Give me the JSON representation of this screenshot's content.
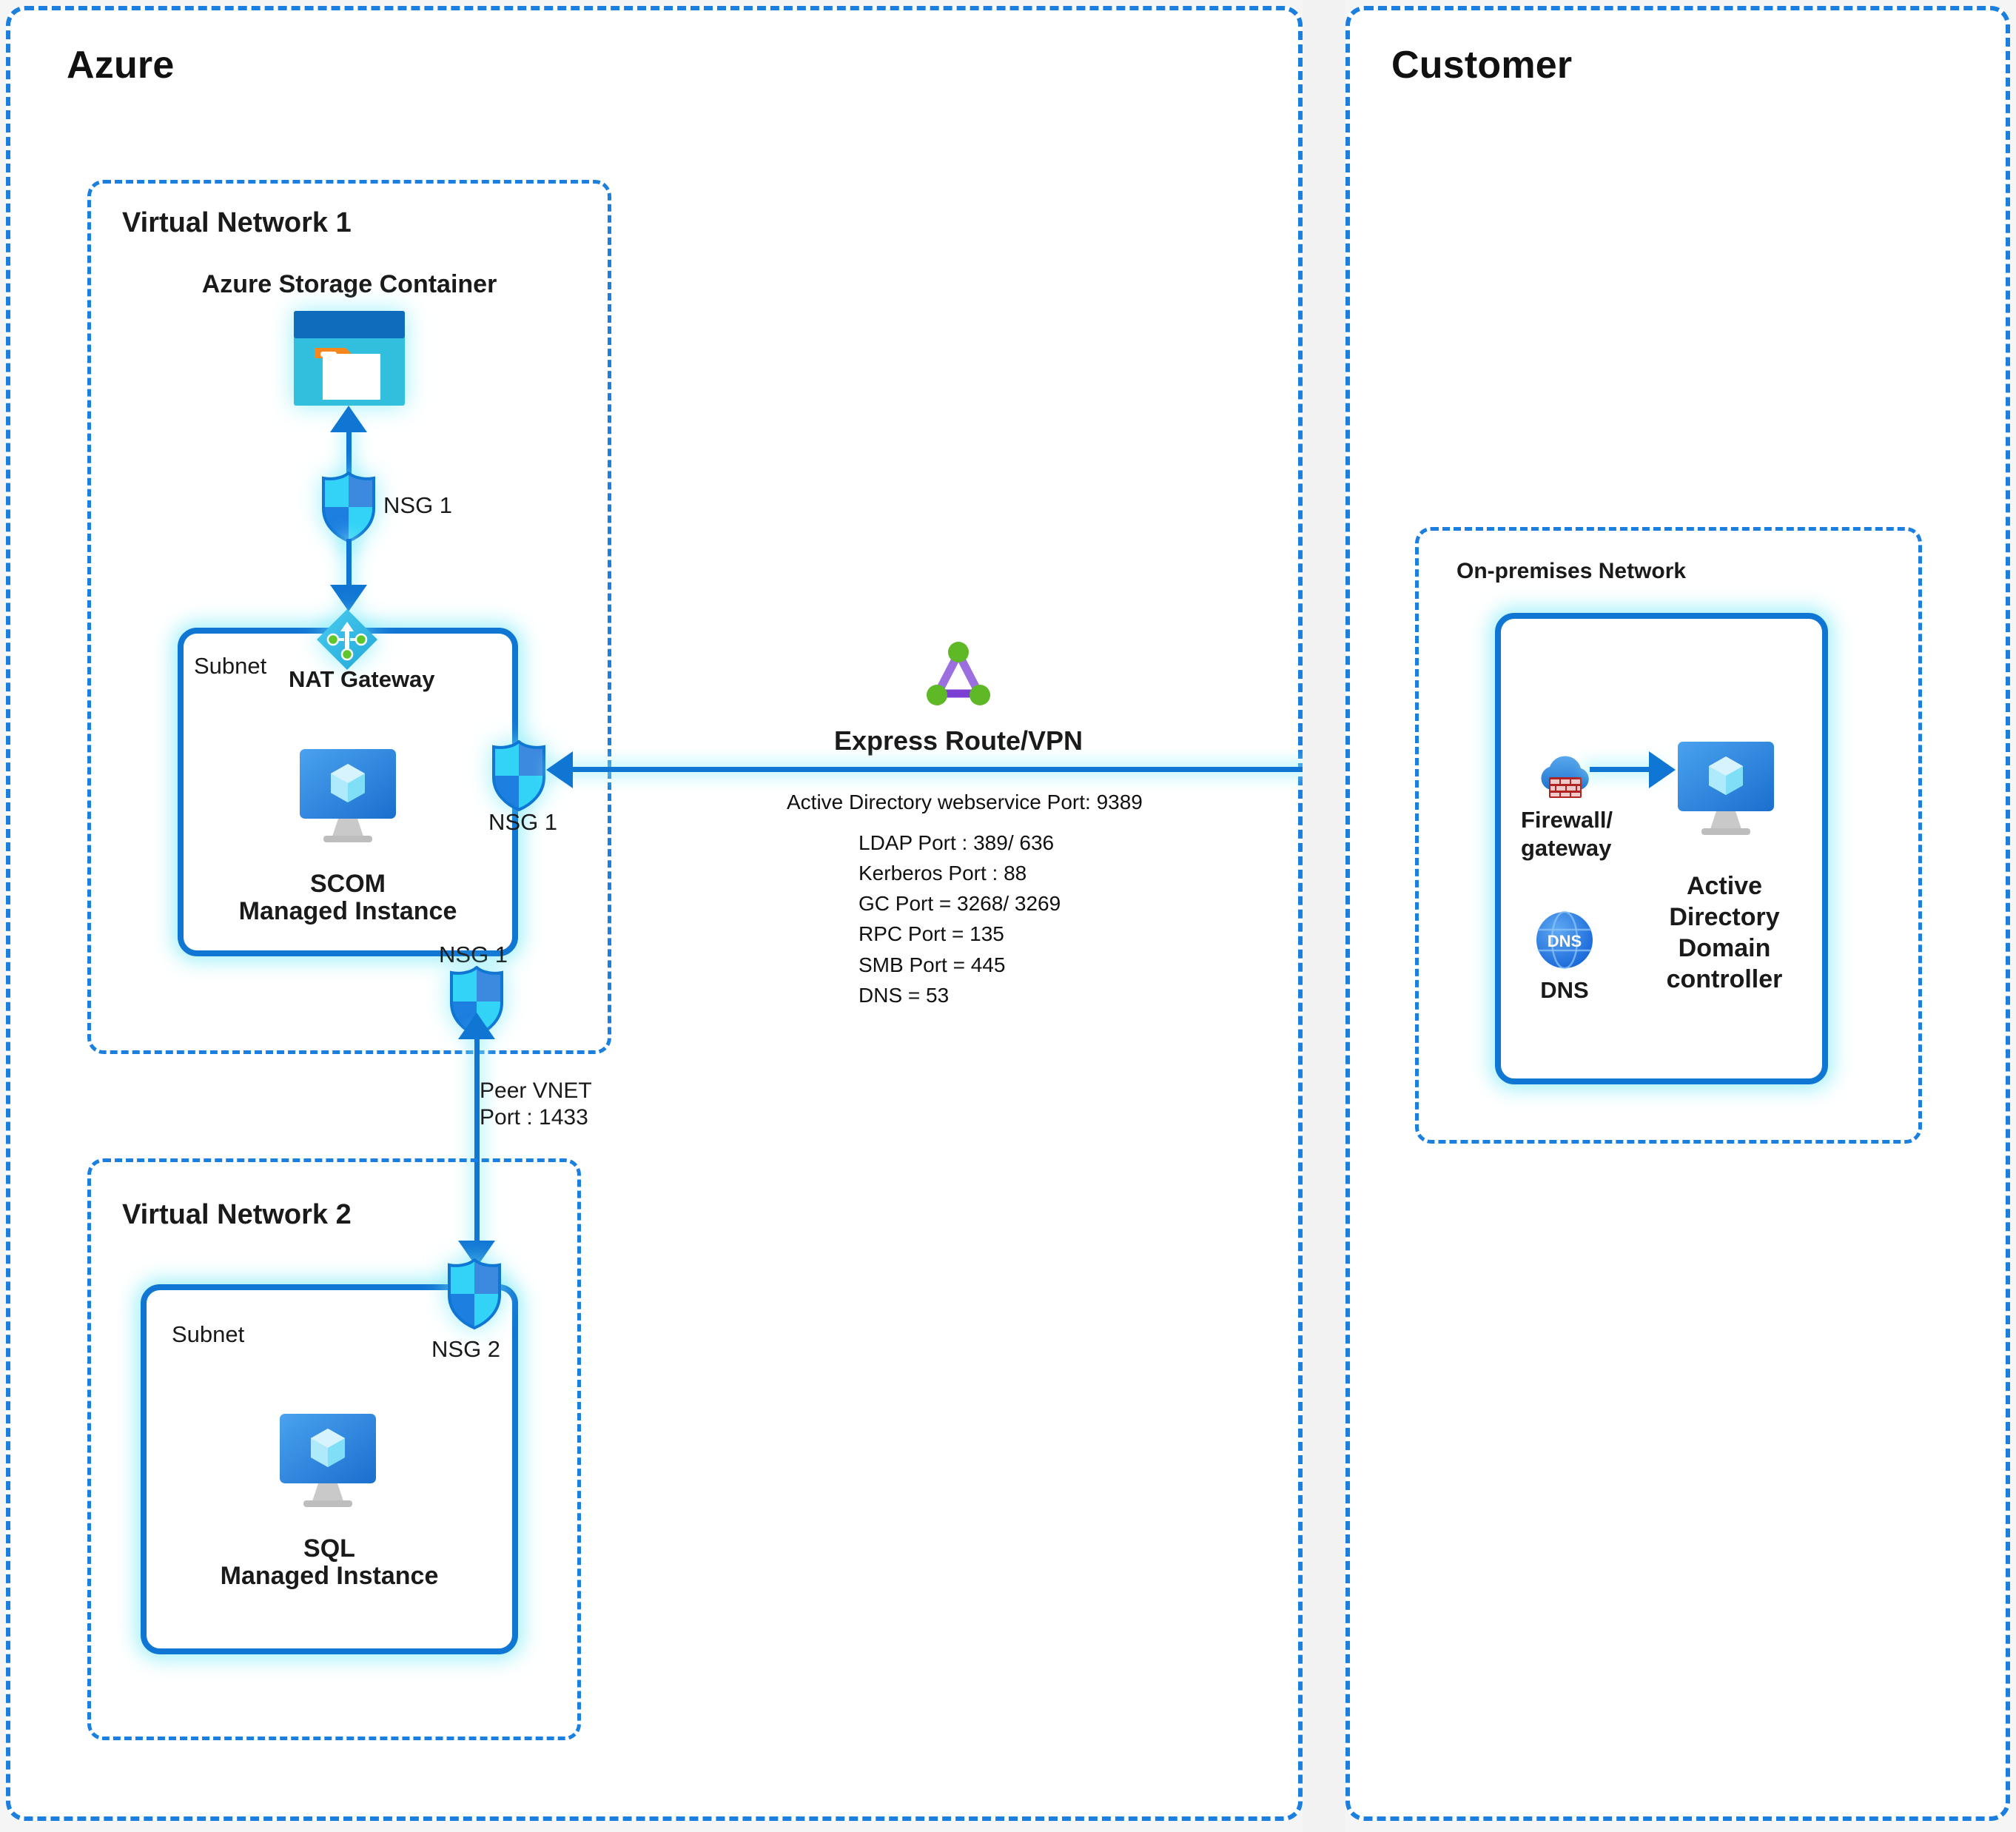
{
  "panels": {
    "azure": {
      "title": "Azure"
    },
    "customer": {
      "title": "Customer"
    }
  },
  "azure": {
    "vnet1": {
      "title": "Virtual Network 1",
      "storage": {
        "label": "Azure Storage Container",
        "icon": "azure-storage-container-icon"
      },
      "nsg_storage": {
        "label": "NSG 1",
        "icon": "nsg-shield-icon"
      },
      "nat_gateway": {
        "label": "NAT Gateway",
        "icon": "nat-gateway-icon"
      },
      "subnet": {
        "label": "Subnet",
        "instance": {
          "line1": "SCOM",
          "line2": "Managed Instance",
          "icon": "managed-instance-icon"
        },
        "nsg_right": {
          "label": "NSG 1",
          "icon": "nsg-shield-icon"
        },
        "nsg_bottom": {
          "label": "NSG 1",
          "icon": "nsg-shield-icon"
        }
      }
    },
    "peer": {
      "line1": "Peer VNET",
      "line2": "Port : 1433"
    },
    "vnet2": {
      "title": "Virtual Network 2",
      "subnet": {
        "label": "Subnet",
        "instance": {
          "line1": "SQL",
          "line2": "Managed Instance",
          "icon": "managed-instance-icon"
        },
        "nsg": {
          "label": "NSG 2",
          "icon": "nsg-shield-icon"
        }
      }
    }
  },
  "link": {
    "title": "Express Route/VPN",
    "icon": "express-route-vpn-icon",
    "ports_header": "Active Directory webservice Port: 9389",
    "ports": [
      "LDAP Port : 389/ 636",
      "Kerberos Port : 88",
      "GC Port = 3268/ 3269",
      "RPC Port = 135",
      "SMB Port = 445",
      "DNS = 53"
    ]
  },
  "customer": {
    "onprem": {
      "title": "On-premises Network",
      "firewall": {
        "line1": "Firewall/",
        "line2": "gateway",
        "icon": "firewall-gateway-icon"
      },
      "dns": {
        "label": "DNS",
        "icon": "dns-globe-icon"
      },
      "domain_controller": {
        "line1": "Active",
        "line2": "Directory",
        "line3": "Domain",
        "line4": "controller",
        "icon": "domain-controller-icon"
      }
    }
  },
  "colors": {
    "dashed_border": "#1b7fe0",
    "solid_border": "#1076d4",
    "glow": "#6ae8f5",
    "storage_top": "#0f6cbd",
    "storage_body": "#32bedd",
    "storage_tag": "#f7861d",
    "shield_light": "#32d3f7",
    "shield_dark": "#2b82e0",
    "express_route_node": "#5fb825",
    "express_route_edge": "#8e62d8",
    "firewall_brick": "#c62828",
    "gap_background": "#f2f2f2"
  }
}
